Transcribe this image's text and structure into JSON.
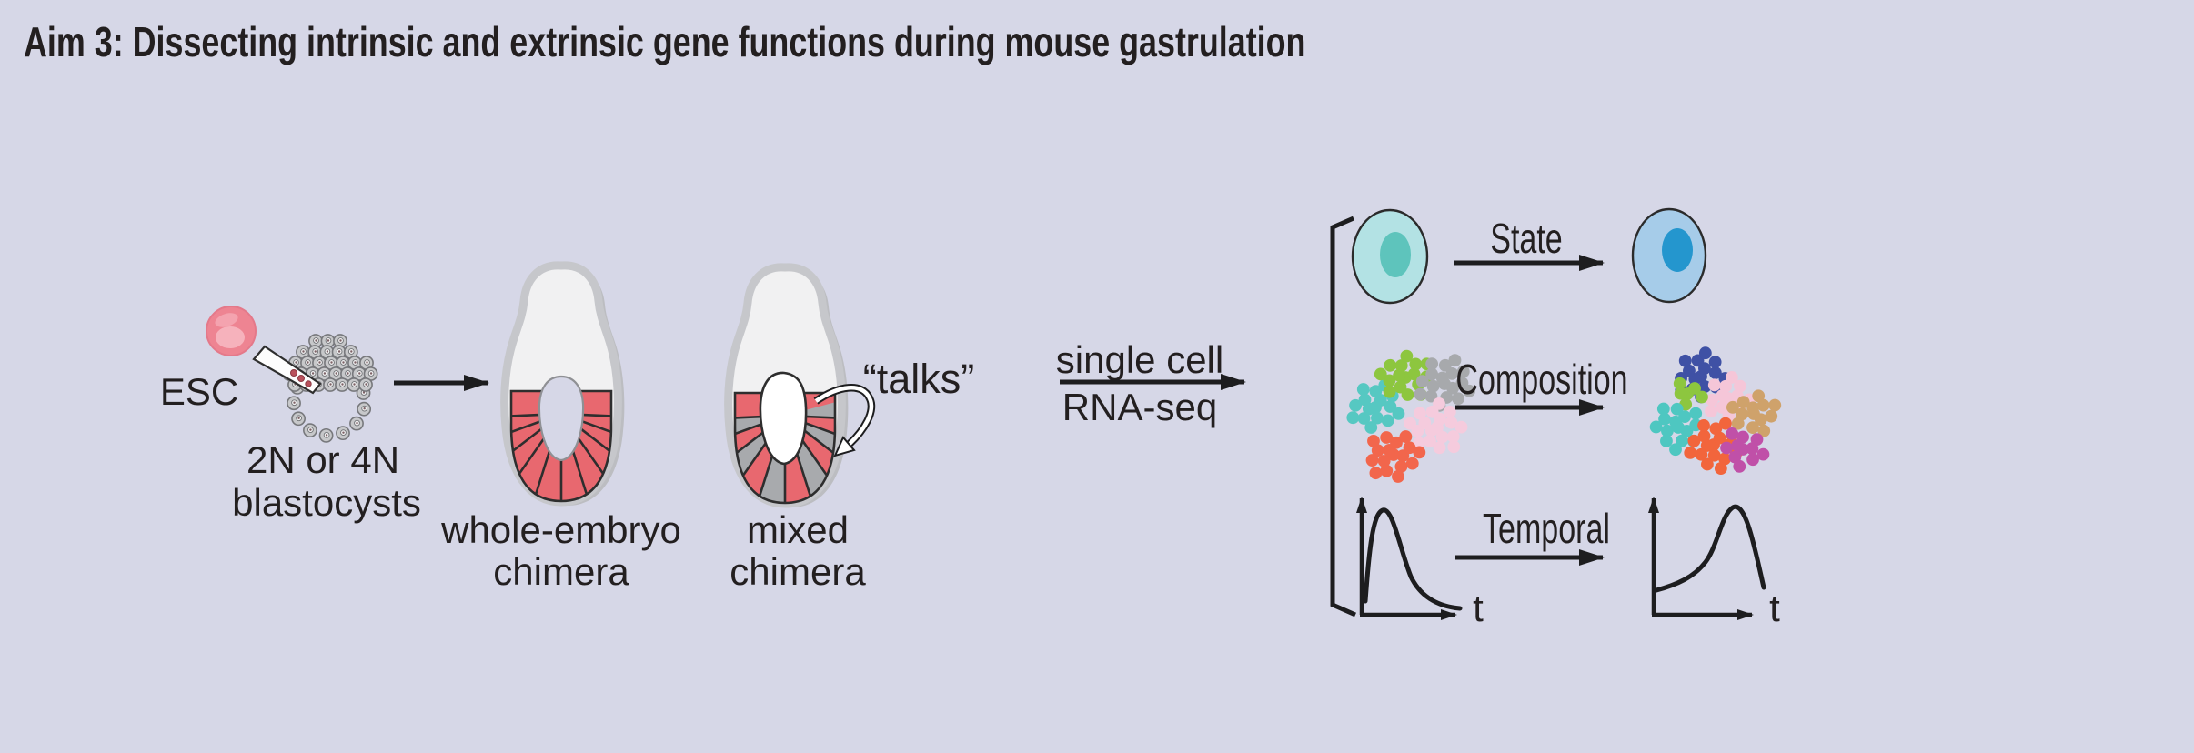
{
  "title": "Aim 3: Dissecting intrinsic and extrinsic gene functions during mouse gastrulation",
  "injection": {
    "esc_label": "ESC",
    "blastocyst_label": [
      "2N or 4N",
      "blastocysts"
    ]
  },
  "chimeras": {
    "whole_embryo_label": [
      "whole-embryo",
      "chimera"
    ],
    "mixed_label": [
      "mixed",
      "chimera"
    ],
    "talks_label": "“talks”"
  },
  "method": {
    "label": [
      "single cell",
      "RNA-seq"
    ]
  },
  "analyses": {
    "state_label": "State",
    "composition_label": "Composition",
    "temporal_label": "Temporal",
    "time_axis_label": "t"
  },
  "colors": {
    "background": "#d6d7e7",
    "text": "#231f20",
    "esc_pink": "#ee8492",
    "esc_pink_light": "#f6b2bc",
    "blastocyst_cell": "#c7c8ca",
    "blastocyst_outline": "#77787c",
    "pipette_cell_red": "#b9515c",
    "embryo_fill": "#f1f1f2",
    "embryo_outline": "#c6c7cb",
    "epiblast_red": "#e8686f",
    "host_gray": "#a8aaad",
    "state_cell_before_body": "#b3e2e4",
    "state_cell_before_nucleus": "#5ec4bc",
    "state_cell_after_body": "#a6cce9",
    "state_cell_after_nucleus": "#2496ce",
    "cluster_left": [
      "#56c8c2",
      "#8dc63f",
      "#a7a9ac",
      "#f5cbdd",
      "#f2664c"
    ],
    "cluster_right": [
      "#3f51a5",
      "#f5c6d8",
      "#cfa26b",
      "#8dc63f",
      "#4ec7c1",
      "#f2653c",
      "#c050a8"
    ]
  }
}
